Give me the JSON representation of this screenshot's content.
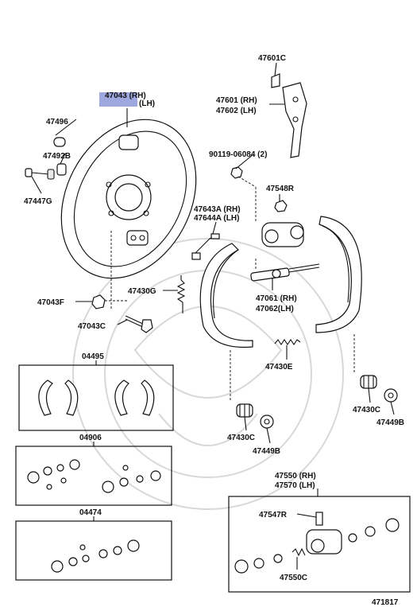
{
  "diagram_number": "471817",
  "highlight_color": "#9fa7df",
  "labels": {
    "p47601C": "47601C",
    "p47601RH": "47601 (RH)",
    "p47602LH": "47602 (LH)",
    "p47043RH": "47043 (RH)",
    "p47043LH": "(LH)",
    "p47496": "47496",
    "p47492B": "47492B",
    "p47447G": "47447G",
    "p90119": "90119-06084 (2)",
    "p47548R": "47548R",
    "p47643A": "47643A (RH)",
    "p47644A": "47644A (LH)",
    "p47430G": "47430G",
    "p47043F": "47043F",
    "p47043C": "47043C",
    "p47061": "47061 (RH)",
    "p47062": "47062(LH)",
    "p47430E": "47430E",
    "p04495": "04495",
    "p04906": "04906",
    "p04474": "04474",
    "p47430C_left": "47430C",
    "p47449B_left": "47449B",
    "p47430C_right": "47430C",
    "p47449B_right": "47449B",
    "p47550": "47550 (RH)",
    "p47570": "47570 (LH)",
    "p47547R": "47547R",
    "p47550C": "47550C"
  }
}
